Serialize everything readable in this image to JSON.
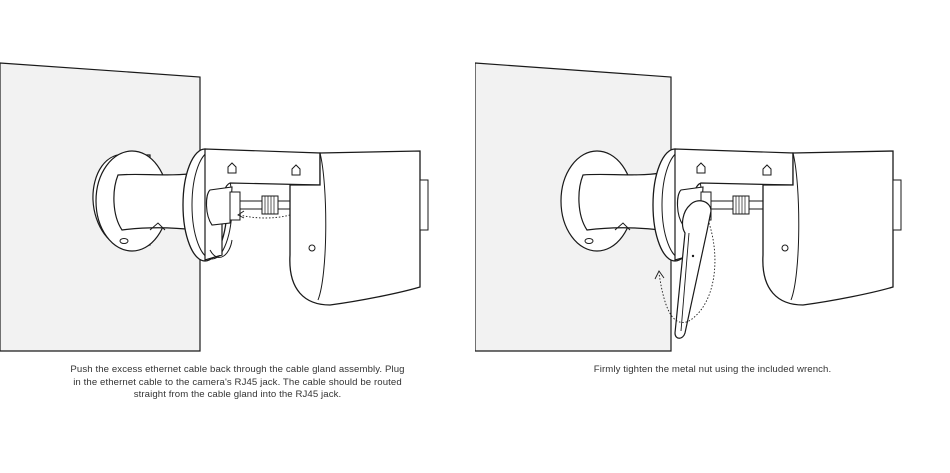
{
  "steps": [
    {
      "caption": {
        "line1": "Push the excess ethernet cable back through the cable gland assembly.  Plug",
        "line2": "in the ethernet cable to the camera's RJ45 jack.  The cable should be routed",
        "line3": "straight from the cable gland into the RJ45 jack."
      }
    },
    {
      "caption": {
        "line1": "Firmly tighten the metal nut using the included wrench."
      }
    }
  ],
  "colors": {
    "line": "#1a1a1a",
    "wall": "#f2f2f2",
    "mount": "#ffffff",
    "text": "#333333"
  },
  "icons": {
    "step1": "camera-cable-gland-illustration",
    "step2": "camera-wrench-tighten-illustration"
  }
}
